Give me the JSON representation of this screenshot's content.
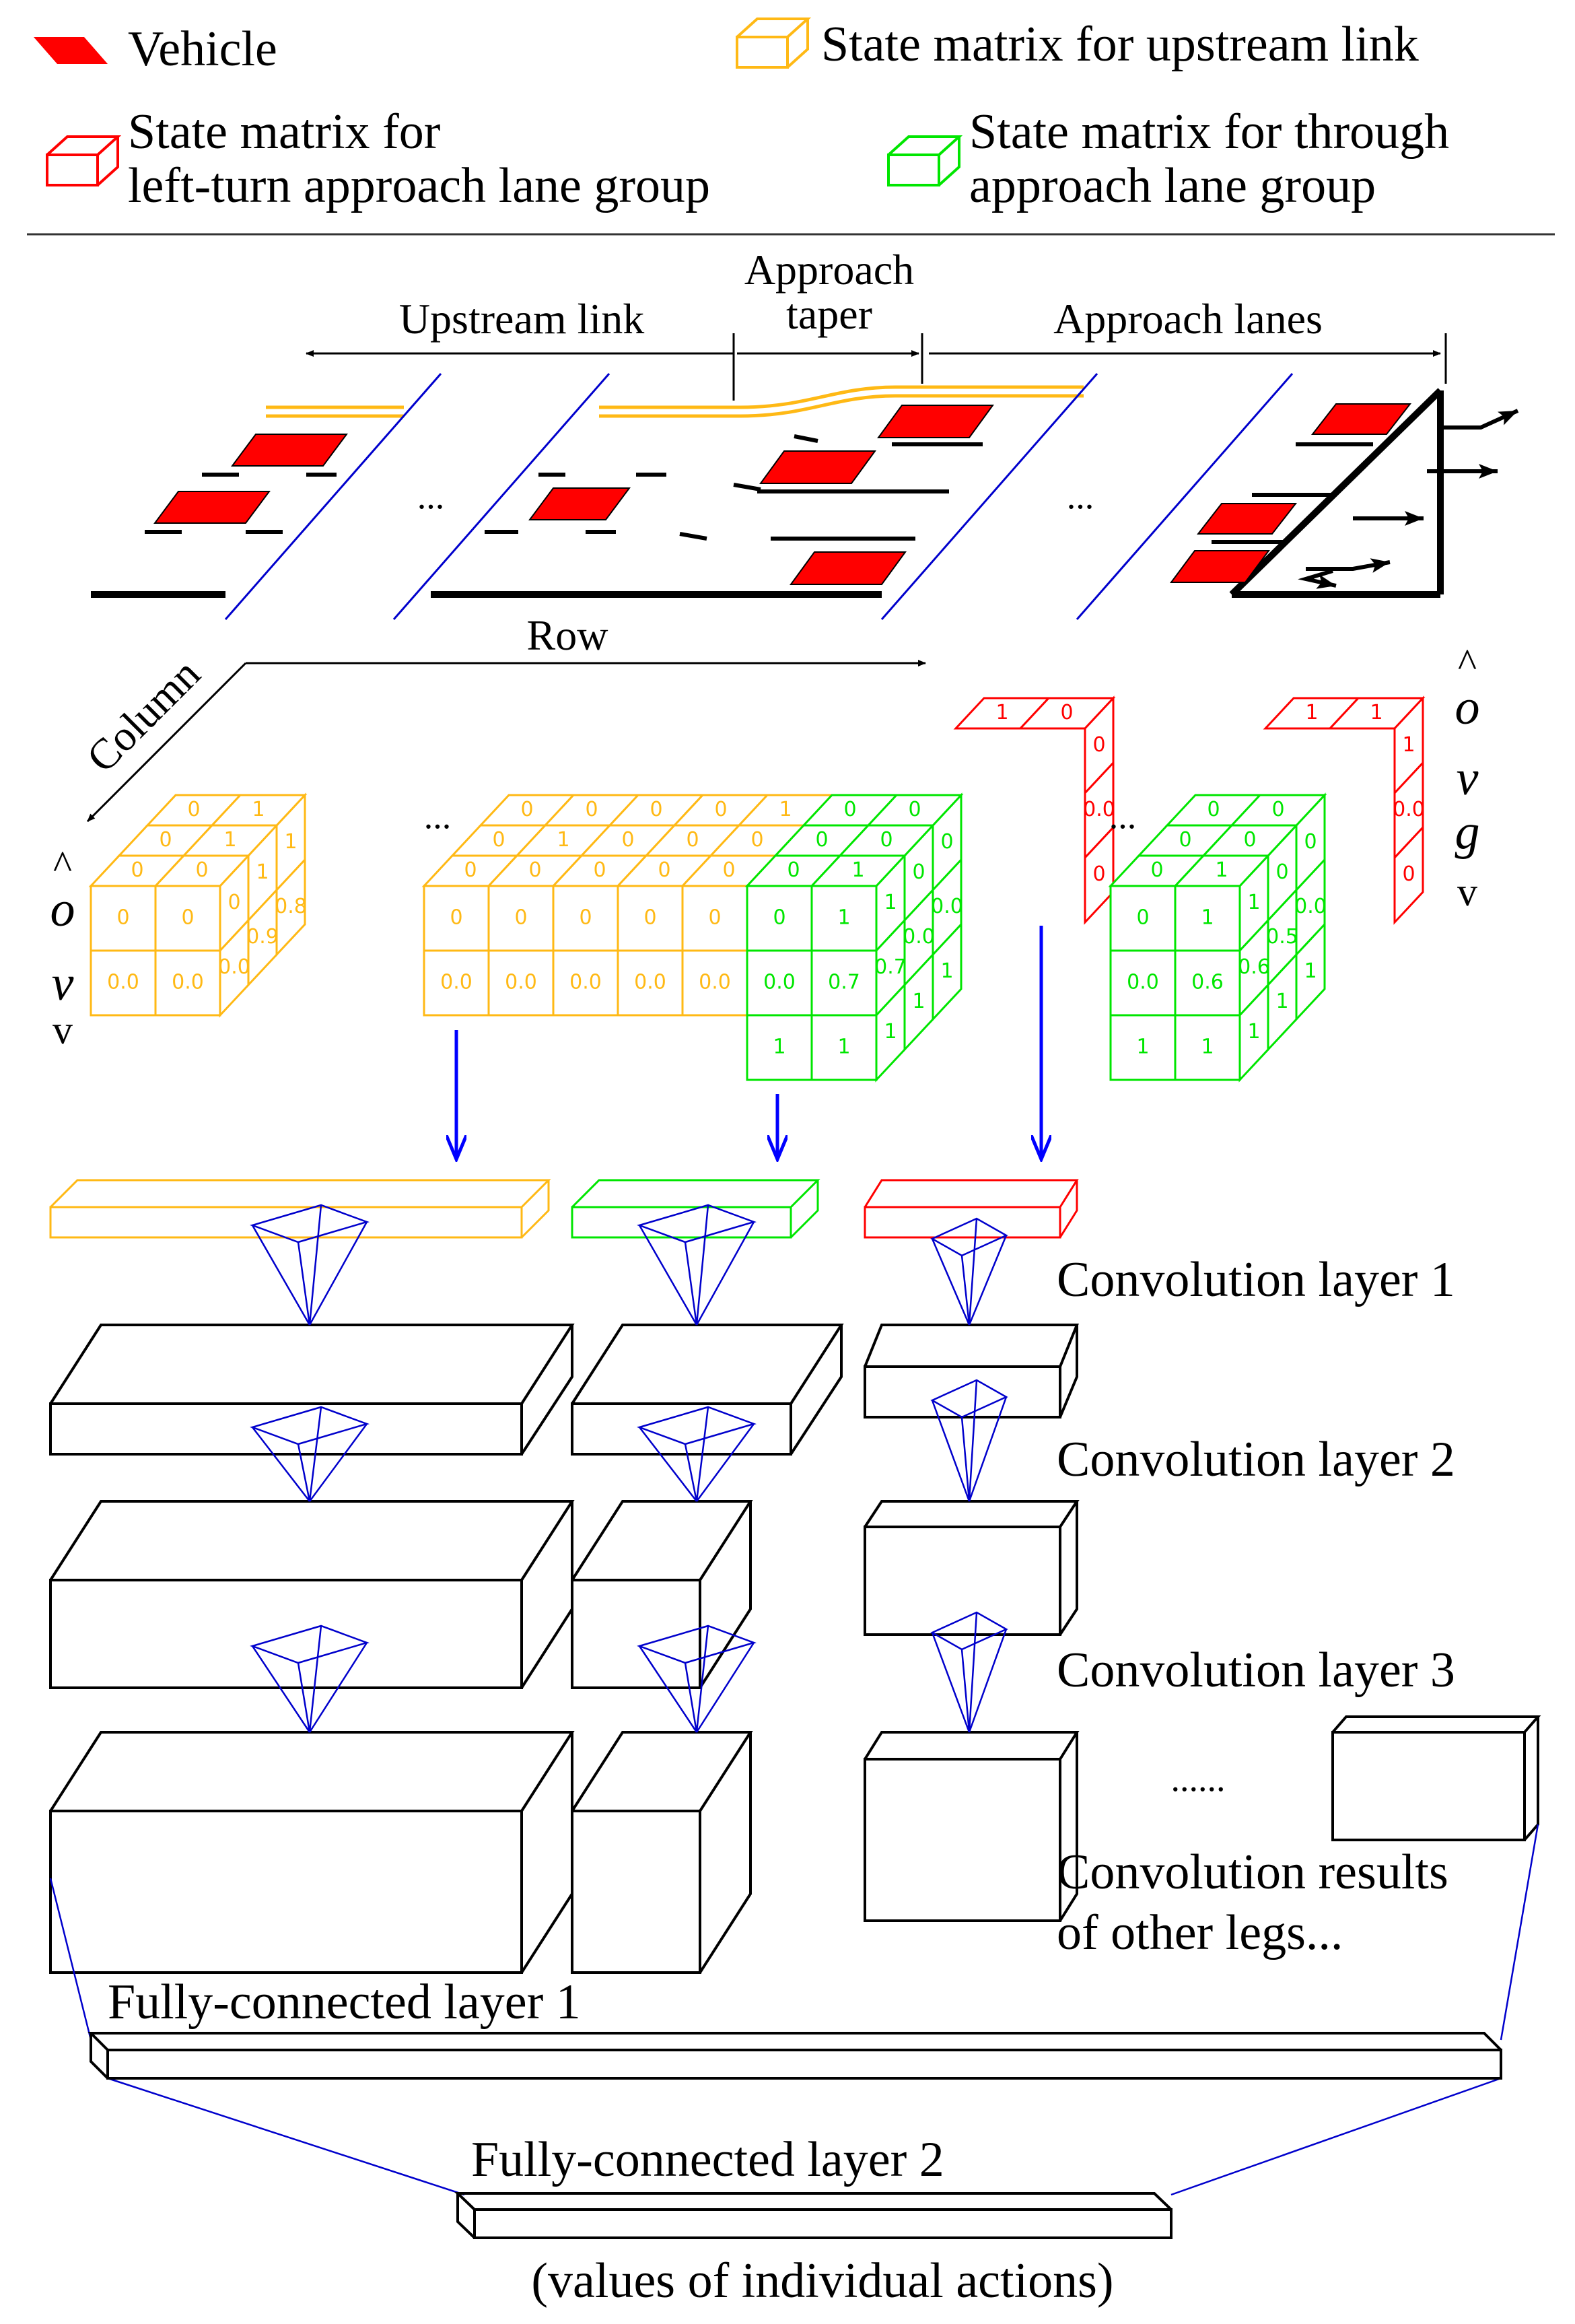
{
  "legend": {
    "vehicle": "Vehicle",
    "upstream_matrix": "State matrix for upstream link",
    "left_matrix_line1": "State matrix for",
    "left_matrix_line2": "left-turn approach lane group",
    "through_matrix_line1": "State matrix for through",
    "through_matrix_line2": "approach lane group"
  },
  "road": {
    "upstream_link": "Upstream link",
    "approach_taper_line1": "Approach",
    "approach_taper_line2": "taper",
    "approach_lanes": "Approach lanes",
    "ellipsis": "..."
  },
  "matrix": {
    "row_label": "Row",
    "column_label": "Column",
    "axis_left": [
      "^",
      "o",
      "v",
      "v"
    ],
    "axis_right": [
      "^",
      "o",
      "v",
      "g",
      "v"
    ],
    "ellipsis": "...",
    "upstream_a": {
      "front_top": [
        "0",
        "0"
      ],
      "front_bot": [
        "0.0",
        "0.0"
      ],
      "top_rows": [
        [
          "0",
          "0"
        ],
        [
          "0",
          "1"
        ],
        [
          "0",
          "1"
        ]
      ],
      "side_top": [
        "0",
        "1",
        "1"
      ],
      "side_bot": [
        "0.0",
        "0.9",
        "0.8"
      ]
    },
    "upstream_b": {
      "front_top": [
        "0",
        "0",
        "0",
        "0",
        "0"
      ],
      "front_bot": [
        "0.0",
        "0.0",
        "0.0",
        "0.0",
        "0.0"
      ],
      "top_rows": [
        [
          "0",
          "0",
          "0",
          "0",
          "0"
        ],
        [
          "0",
          "1",
          "0",
          "0",
          "0"
        ],
        [
          "0",
          "0",
          "0",
          "0",
          "1"
        ]
      ]
    },
    "through_b": {
      "front_rows": [
        [
          "0",
          "1"
        ],
        [
          "0.0",
          "0.7"
        ],
        [
          "1",
          "1"
        ]
      ],
      "top_rows": [
        [
          "0",
          "1"
        ],
        [
          "0",
          "0"
        ],
        [
          "0",
          "0"
        ]
      ],
      "side_rows": [
        [
          "1",
          "0",
          "0"
        ],
        [
          "0.7",
          "0.0",
          "0.0"
        ],
        [
          "1",
          "1",
          "1"
        ]
      ]
    },
    "left_b": {
      "top": [
        "1",
        "0"
      ],
      "side": [
        "0",
        "0.0",
        "0"
      ]
    },
    "through_c": {
      "front_rows": [
        [
          "0",
          "1"
        ],
        [
          "0.0",
          "0.6"
        ],
        [
          "1",
          "1"
        ]
      ],
      "top_rows": [
        [
          "0",
          "1"
        ],
        [
          "0",
          "0"
        ],
        [
          "0",
          "0"
        ]
      ],
      "side_rows": [
        [
          "1",
          "0",
          "0"
        ],
        [
          "0.6",
          "0.5",
          "0.0"
        ],
        [
          "1",
          "1",
          "1"
        ]
      ]
    },
    "left_c": {
      "top": [
        "1",
        "1"
      ],
      "side": [
        "1",
        "0.0",
        "0"
      ]
    }
  },
  "network": {
    "conv1": "Convolution layer 1",
    "conv2": "Convolution layer 2",
    "conv3": "Convolution layer 3",
    "other_ellipsis": "......",
    "results_line1": "Convolution results",
    "results_line2": "of other legs...",
    "fc1": "Fully-connected layer 1",
    "fc2": "Fully-connected layer 2",
    "output": "(values of individual actions)"
  },
  "colors": {
    "vehicle": "#ff0000",
    "upstream": "#ffb915",
    "through": "#00e600",
    "left": "#ff0000",
    "link": "#0000cc",
    "arrow": "#0000ff"
  }
}
